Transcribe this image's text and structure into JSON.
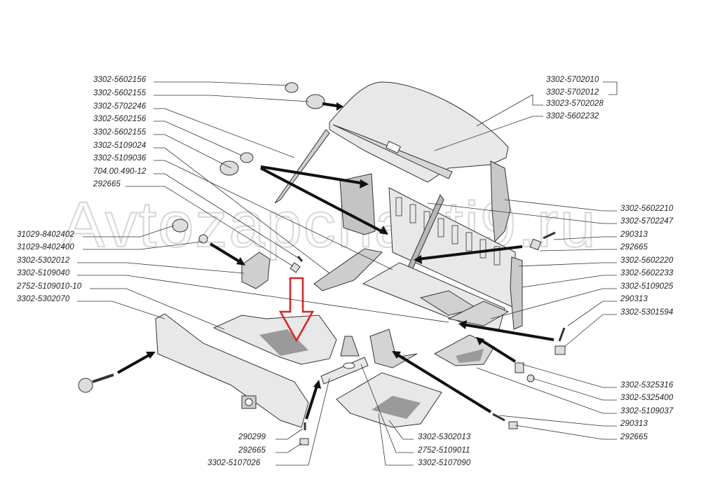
{
  "watermark": "Avtozapchasti9.ru",
  "highlight": {
    "type": "red-outline-down-arrow",
    "color": "#e02020",
    "points_to": "2752-5109010-10"
  },
  "labels_left": [
    {
      "id": "l1",
      "text": "3302-5602156"
    },
    {
      "id": "l2",
      "text": "3302-5602155"
    },
    {
      "id": "l3",
      "text": "3302-5702246"
    },
    {
      "id": "l4",
      "text": "3302-5602156"
    },
    {
      "id": "l5",
      "text": "3302-5602155"
    },
    {
      "id": "l6",
      "text": "3302-5109024"
    },
    {
      "id": "l7",
      "text": "3302-5109036"
    },
    {
      "id": "l8",
      "text": "704.00.490-12"
    },
    {
      "id": "l9",
      "text": "292665"
    },
    {
      "id": "l10",
      "text": "31029-8402402"
    },
    {
      "id": "l11",
      "text": "31029-8402400"
    },
    {
      "id": "l12",
      "text": "3302-5302012"
    },
    {
      "id": "l13",
      "text": "3302-5109040"
    },
    {
      "id": "l14",
      "text": "2752-5109010-10"
    },
    {
      "id": "l15",
      "text": "3302-5302070"
    }
  ],
  "labels_right": [
    {
      "id": "r1",
      "text": "3302-5702010"
    },
    {
      "id": "r2",
      "text": "3302-5702012"
    },
    {
      "id": "r3",
      "text": "33023-5702028"
    },
    {
      "id": "r4",
      "text": "3302-5602232"
    },
    {
      "id": "r5",
      "text": "3302-5602210"
    },
    {
      "id": "r6",
      "text": "3302-5702247"
    },
    {
      "id": "r7",
      "text": "290313"
    },
    {
      "id": "r8",
      "text": "292665"
    },
    {
      "id": "r9",
      "text": "3302-5602220"
    },
    {
      "id": "r10",
      "text": "3302-5602233"
    },
    {
      "id": "r11",
      "text": "3302-5109025"
    },
    {
      "id": "r12",
      "text": "290313"
    },
    {
      "id": "r13",
      "text": "3302-5301594"
    },
    {
      "id": "r14",
      "text": "3302-5325316"
    },
    {
      "id": "r15",
      "text": "3302-5325400"
    },
    {
      "id": "r16",
      "text": "3302-5109037"
    },
    {
      "id": "r17",
      "text": "290313"
    },
    {
      "id": "r18",
      "text": "292665"
    }
  ],
  "labels_bottom": [
    {
      "id": "b1",
      "text": "290299"
    },
    {
      "id": "b2",
      "text": "292665"
    },
    {
      "id": "b3",
      "text": "3302-5107026"
    },
    {
      "id": "b4",
      "text": "3302-5302013"
    },
    {
      "id": "b5",
      "text": "2752-5109011"
    },
    {
      "id": "b6",
      "text": "3302-5107090"
    }
  ]
}
